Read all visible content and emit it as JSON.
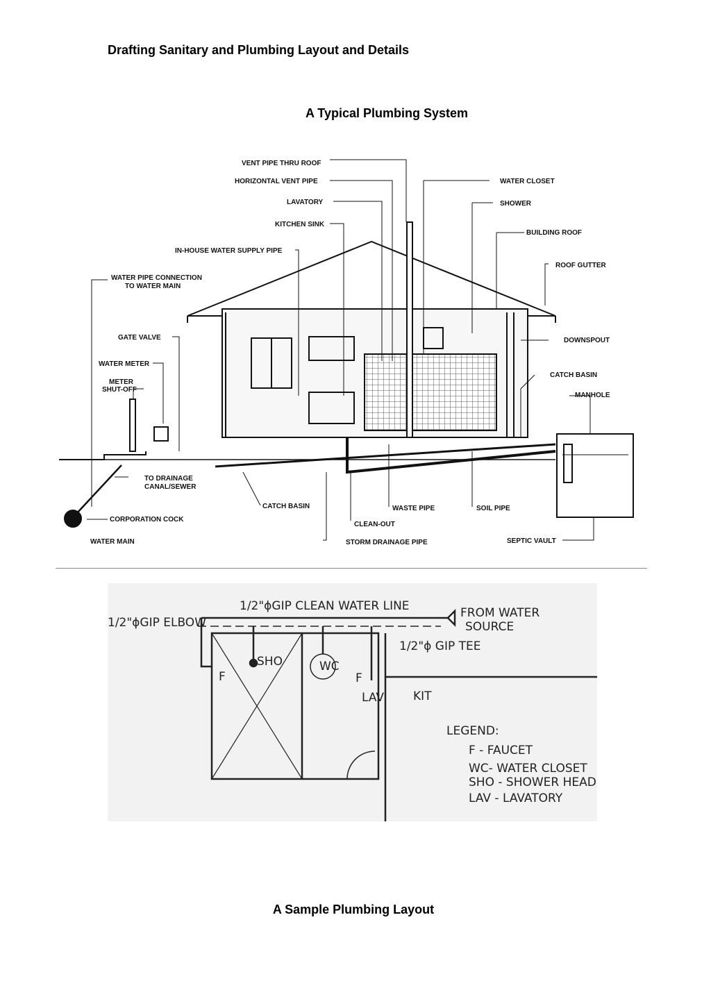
{
  "document": {
    "heading": "Drafting Sanitary and Plumbing Layout and Details"
  },
  "figure1": {
    "title": "A Typical Plumbing System",
    "labels": {
      "vent_pipe_thru_roof": "VENT PIPE THRU ROOF",
      "horizontal_vent_pipe": "HORIZONTAL VENT PIPE",
      "lavatory": "LAVATORY",
      "kitchen_sink": "KITCHEN SINK",
      "in_house_water_supply_pipe": "IN-HOUSE WATER SUPPLY PIPE",
      "water_pipe_connection_1": "WATER PIPE CONNECTION",
      "water_pipe_connection_2": "TO WATER MAIN",
      "gate_valve": "GATE VALVE",
      "water_meter": "WATER METER",
      "meter_shutoff_1": "METER",
      "meter_shutoff_2": "SHUT-OFF",
      "to_drainage_1": "TO DRAINAGE",
      "to_drainage_2": "CANAL/SEWER",
      "corporation_cock": "CORPORATION COCK",
      "water_main": "WATER MAIN",
      "catch_basin_bottom": "CATCH BASIN",
      "clean_out": "CLEAN-OUT",
      "storm_drainage_pipe": "STORM DRAINAGE PIPE",
      "waste_pipe": "WASTE PIPE",
      "soil_pipe": "SOIL PIPE",
      "water_closet": "WATER CLOSET",
      "shower": "SHOWER",
      "building_roof": "BUILDING ROOF",
      "roof_gutter": "ROOF GUTTER",
      "downspout": "DOWNSPOUT",
      "catch_basin_right": "CATCH BASIN",
      "manhole": "MANHOLE",
      "septic_vault": "SEPTIC VAULT"
    }
  },
  "figure2": {
    "title": "A Sample Plumbing Layout",
    "labels": {
      "clean_water_line": "1/2\"ϕGIP CLEAN WATER LINE",
      "elbow": "1/2\"ϕGIP ELBOW",
      "from_water_1": "FROM WATER",
      "from_water_2": "SOURCE",
      "tee": "1/2\"ϕ GIP TEE",
      "sho": "SHO",
      "wc": "WC",
      "f": "F",
      "f2": "F",
      "lav": "LAV",
      "kit": "KIT"
    },
    "legend": {
      "title": "LEGEND:",
      "items": [
        "F - FAUCET",
        "WC- WATER CLOSET",
        "SHO - SHOWER HEAD",
        "LAV - LAVATORY"
      ]
    }
  }
}
